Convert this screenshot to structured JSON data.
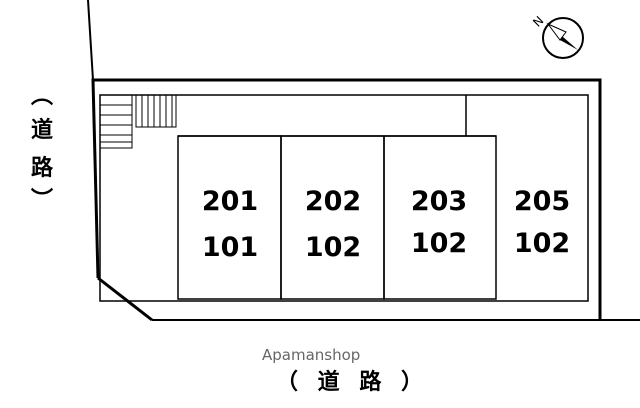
{
  "road_left": {
    "open": "︵",
    "chars": [
      "道",
      "路"
    ],
    "close": "︶"
  },
  "road_bottom": "（ 道 路 ）",
  "watermark": "Apamanshop",
  "compass_label": "N",
  "units": [
    {
      "upper": "201",
      "lower": "101"
    },
    {
      "upper": "202",
      "lower": "102"
    },
    {
      "upper": "203",
      "lower": "102"
    },
    {
      "upper": "205",
      "lower": "102"
    }
  ]
}
